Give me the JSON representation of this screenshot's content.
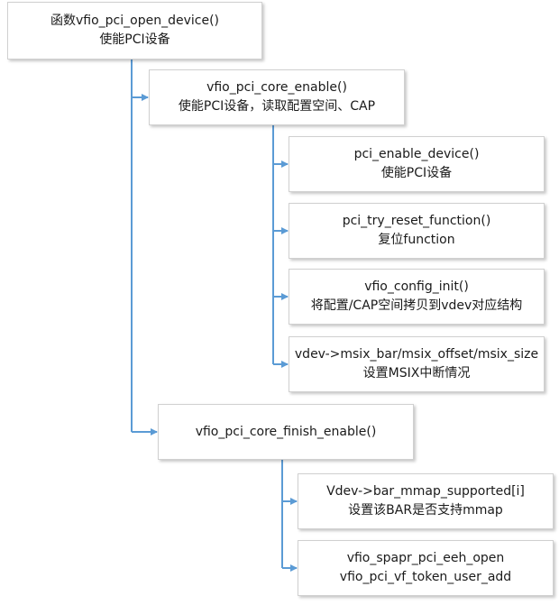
{
  "colors": {
    "connector": "#5b9bd5",
    "box_border": "#d0d0d0",
    "background": "#ffffff",
    "text": "#1a1a1a"
  },
  "nodes": [
    {
      "id": "open_device",
      "lines": [
        "函数vfio_pci_open_device()",
        "使能PCI设备"
      ]
    },
    {
      "id": "core_enable",
      "lines": [
        "vfio_pci_core_enable()",
        "使能PCI设备，读取配置空间、CAP"
      ]
    },
    {
      "id": "enable_device",
      "lines": [
        "pci_enable_device()",
        "使能PCI设备"
      ]
    },
    {
      "id": "reset_function",
      "lines": [
        "pci_try_reset_function()",
        "复位function"
      ]
    },
    {
      "id": "config_init",
      "lines": [
        "vfio_config_init()",
        "将配置/CAP空间拷贝到vdev对应结构"
      ]
    },
    {
      "id": "msix",
      "lines": [
        "vdev->msix_bar/msix_offset/msix_size",
        "设置MSIX中断情况"
      ]
    },
    {
      "id": "finish_enable",
      "lines": [
        "vfio_pci_core_finish_enable()"
      ]
    },
    {
      "id": "bar_mmap",
      "lines": [
        "Vdev->bar_mmap_supported[i]",
        "设置该BAR是否支持mmap"
      ]
    },
    {
      "id": "eeh_open",
      "lines": [
        "vfio_spapr_pci_eeh_open",
        "vfio_pci_vf_token_user_add"
      ]
    }
  ],
  "edges": [
    {
      "from": "open_device",
      "to": "core_enable"
    },
    {
      "from": "open_device",
      "to": "finish_enable"
    },
    {
      "from": "core_enable",
      "to": "enable_device"
    },
    {
      "from": "core_enable",
      "to": "reset_function"
    },
    {
      "from": "core_enable",
      "to": "config_init"
    },
    {
      "from": "core_enable",
      "to": "msix"
    },
    {
      "from": "finish_enable",
      "to": "bar_mmap"
    },
    {
      "from": "finish_enable",
      "to": "eeh_open"
    }
  ]
}
